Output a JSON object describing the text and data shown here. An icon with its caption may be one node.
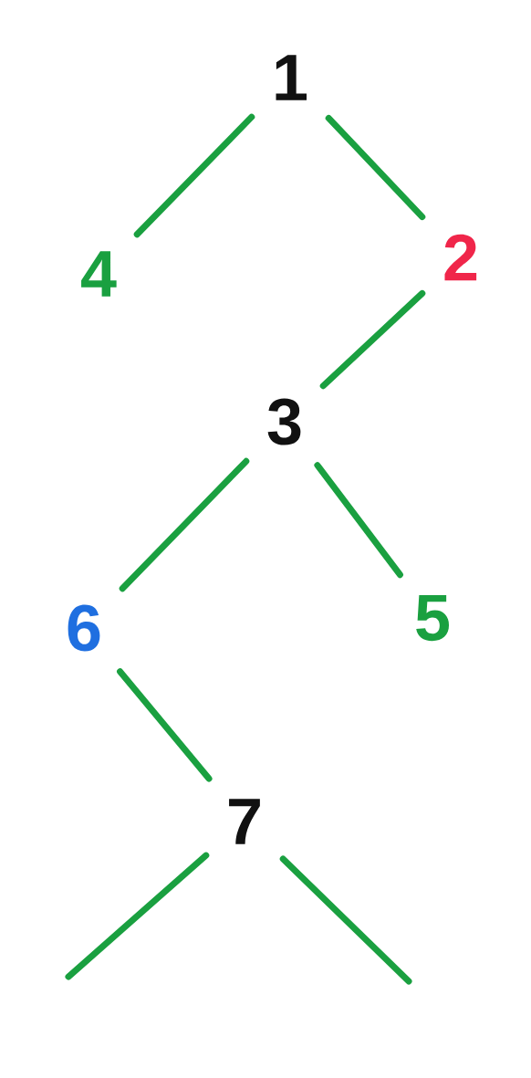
{
  "diagram": {
    "nodes": [
      {
        "text": [
          "1"
        ]
      },
      {
        "text": [
          "4"
        ]
      },
      {
        "text": [
          "2"
        ]
      },
      {
        "text": [
          "3"
        ]
      },
      {
        "text": [
          "6"
        ]
      },
      {
        "text": [
          "5"
        ]
      },
      {
        "text": [
          "7"
        ]
      }
    ],
    "edges": [
      {
        "from": 0,
        "to": 1,
        "arrow": "none"
      },
      {
        "from": 0,
        "to": 2,
        "arrow": "none"
      },
      {
        "from": 2,
        "to": 3,
        "arrow": "none"
      },
      {
        "from": 3,
        "to": 4,
        "arrow": "none"
      },
      {
        "from": 3,
        "to": 5,
        "arrow": "none"
      },
      {
        "from": 4,
        "to": 6,
        "arrow": "none"
      },
      {
        "from": 6,
        "to": null,
        "arrow": "none"
      },
      {
        "from": 6,
        "to": null,
        "arrow": "none"
      }
    ]
  }
}
